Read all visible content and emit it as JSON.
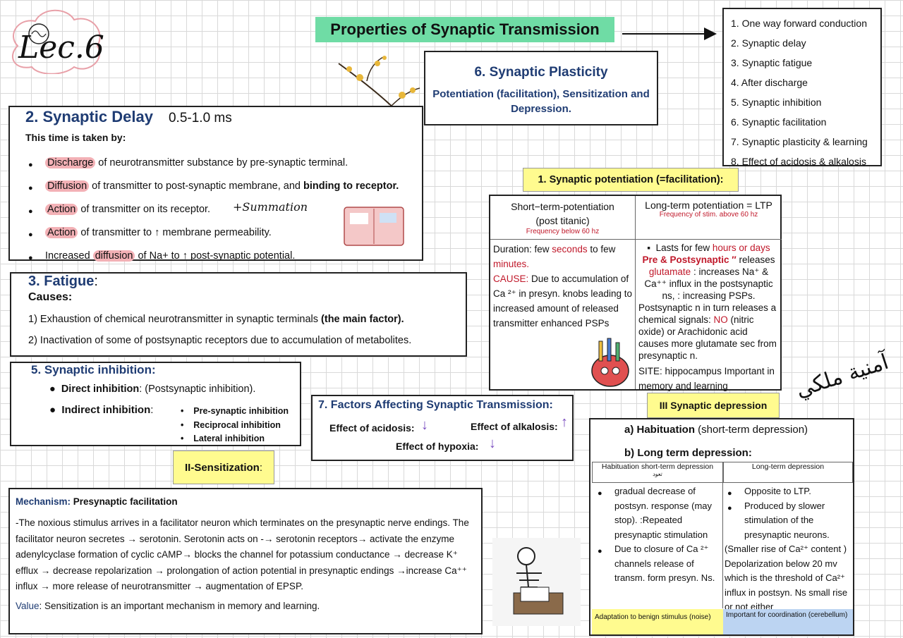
{
  "logo": {
    "text": "Lec.6"
  },
  "title": "Properties of Synaptic Transmission",
  "list": [
    "1.  One way forward conduction",
    "2.  Synaptic delay",
    "3.  Synaptic fatigue",
    "4.  After discharge",
    "5.  Synaptic inhibition",
    "6.  Synaptic facilitation",
    "7.  Synaptic plasticity & learning",
    "8.  Effect of acidosis & alkalosis"
  ],
  "plasticity": {
    "heading": "6. Synaptic Plasticity",
    "body": "Potentiation (facilitation), Sensitization and Depression."
  },
  "delay": {
    "heading": "2. Synaptic Delay",
    "time": "0.5-1.0 ms",
    "intro": "This time is taken by:",
    "items": [
      {
        "hl": "Discharge",
        "rest": " of neurotransmitter substance by pre-synaptic terminal."
      },
      {
        "hl": "Diffusion",
        "rest": " of transmitter to post-synaptic membrane, and ",
        "bold": "binding to receptor."
      },
      {
        "hl": "Action",
        "rest": " of transmitter on its receptor."
      },
      {
        "hl": "Action",
        "rest": " of transmitter to ↑ membrane permeability."
      },
      {
        "pre": "Increased ",
        "hl": "diffusion",
        "rest": " of Na+ to ↑ post-synaptic potential."
      }
    ],
    "note": "+Summation"
  },
  "fatigue": {
    "heading": "3. Fatigue",
    "colon": ":",
    "causes": "Causes:",
    "c1": "1) Exhaustion of chemical neurotransmitter in synaptic terminals ",
    "c1b": "(the main factor).",
    "c2": "2) Inactivation of some of postsynaptic receptors due to accumulation of metabolites."
  },
  "inhibition": {
    "heading": "5. Synaptic inhibition:",
    "direct_b": "Direct inhibition",
    "direct": ": (Postsynaptic inhibition).",
    "indirect_b": "Indirect inhibition",
    "indirect": ":",
    "sub": [
      "Pre-synaptic inhibition",
      "Reciprocal inhibition",
      "Lateral inhibition"
    ]
  },
  "factors": {
    "heading": "7. Factors Affecting Synaptic Transmission:",
    "acidosis": "Effect of acidosis:",
    "alkalosis": "Effect of alkalosis:",
    "hypoxia": "Effect of hypoxia:"
  },
  "sensitization": {
    "label": "II-Sensitization",
    "colon": ":",
    "mech_label": "Mechanism:",
    "mech": " Presynaptic facilitation",
    "p": "-The noxious stimulus arrives in a facilitator neuron which terminates on the presynaptic nerve endings. The facilitator neuron secretes → serotonin. Serotonin acts on -→ serotonin receptors→ activate the enzyme adenylcyclase formation of cyclic cAMP→ blocks the channel for potassium conductance → decrease K⁺ efflux → decrease repolarization → prolongation of action potential in presynaptic endings →increase Ca⁺⁺ influx → more release of neurotransmitter → augmentation of EPSP.",
    "value_label": "Value",
    "value": ": Sensitization is an important mechanism in memory and learning."
  },
  "potentiation": {
    "label": "1. Synaptic potentiation (=facilitation):",
    "stp_h": "Short−term-potentiation (post titanic)",
    "stp_f": "Frequency below 60 hz",
    "ltp_h": "Long-term potentiation = LTP",
    "ltp_f": "Frequency of stim.  above 60 hz",
    "stp_dur": "Duration",
    "stp_dur2": ": few ",
    "stp_sec": "seconds",
    "stp_dur3": " to few ",
    "stp_min": "minutes.",
    "stp_cause": "CAUSE:",
    "stp_cause2": " Due to accumulation of",
    "stp_ca": "Ca ²⁺ in presyn. knobs  leading to increased amount of released transmitter enhanced PSPs",
    "ltp_1a": "Lasts for few ",
    "ltp_1b": "hours or days",
    "ltp_2a": "Pre & Postsynaptic ″",
    "ltp_2b": " releases ",
    "ltp_2c": "glutamate",
    "ltp_2d": " : increases Na⁺ & Ca⁺⁺ influx in the postsynaptic ns, : increasing PSPs.",
    "ltp_3a": "Postsynaptic n in turn  releases a chemical signals:  ",
    "ltp_3b": "NO",
    "ltp_3c": " (nitric oxide) or Arachidonic acid causes more glutamate sec from presynaptic n.",
    "ltp_site": "SITE",
    "ltp_site2": ": hippocampus Important in memory and learning"
  },
  "depression": {
    "label": "III Synaptic depression",
    "a_b": "a) Habituation",
    "a": " (short-term depression)",
    "b": "b) Long term depression:",
    "col1_h": "Habituation short-term depression",
    "col1_ar": "تعود",
    "col2_h": "Long-term depression",
    "col1_items": [
      "gradual  decrease of postsyn. response (may stop). :Repeated presynaptic stimulation",
      "Due to closure of Ca ²⁺ channels          release of transm. form presyn. Ns."
    ],
    "col2_items": [
      "Opposite to LTP.",
      "Produced by slower stimulation of the presynaptic neurons."
    ],
    "col2_text": "(Smaller rise of Ca²⁺ content ) Depolarization below 20 mv which is the threshold of Ca²⁺ influx in   postsyn. Ns small rise or not either",
    "foot1": "Adaptation to benign stimulus (noise)",
    "foot2": "Important for coordination (cerebellum)"
  },
  "signature": "آمنية ملكي"
}
